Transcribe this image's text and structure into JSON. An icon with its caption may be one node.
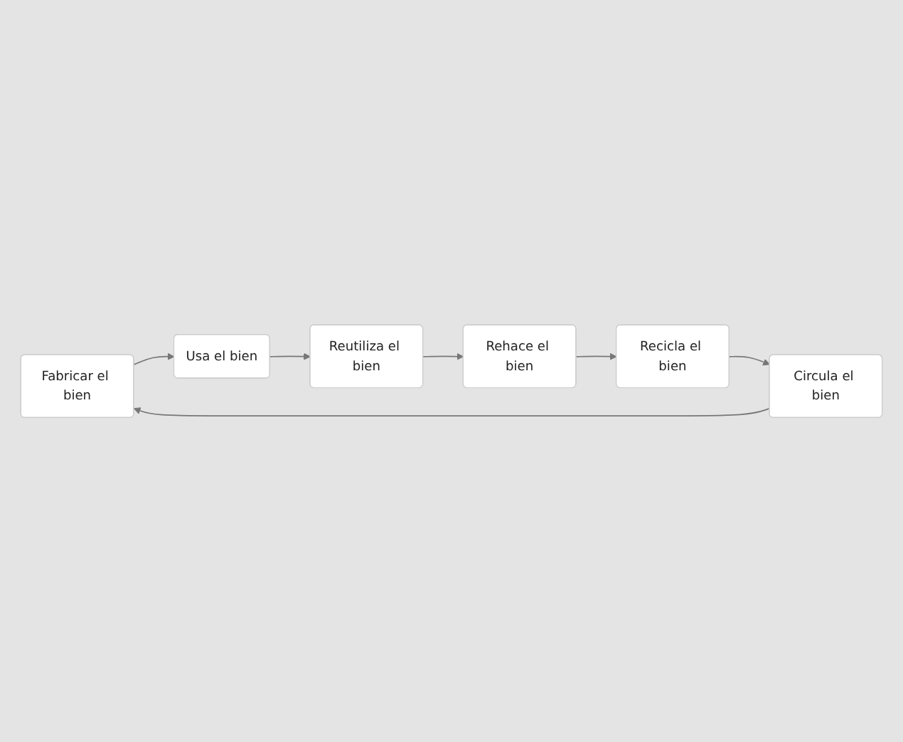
{
  "diagram": {
    "nodes": [
      {
        "text": [
          "Fabricar el bien"
        ]
      },
      {
        "text": [
          "Usa el bien"
        ]
      },
      {
        "text": [
          "Reutiliza el bien"
        ]
      },
      {
        "text": [
          "Rehace el bien"
        ]
      },
      {
        "text": [
          "Recicla el bien"
        ]
      },
      {
        "text": [
          "Circula el bien"
        ]
      }
    ],
    "edges": [
      {
        "from": 0,
        "to": 1,
        "arrow": "to"
      },
      {
        "from": 1,
        "to": 2,
        "arrow": "to"
      },
      {
        "from": 2,
        "to": 3,
        "arrow": "to"
      },
      {
        "from": 3,
        "to": 4,
        "arrow": "to"
      },
      {
        "from": 4,
        "to": 5,
        "arrow": "to"
      },
      {
        "from": 5,
        "to": 0,
        "arrow": "to"
      }
    ]
  }
}
